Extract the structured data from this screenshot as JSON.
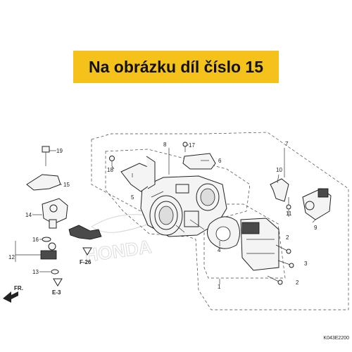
{
  "banner": {
    "text": "Na obrázku díl číslo 15",
    "color": "#f5c21b"
  },
  "callouts": {
    "c1": "1",
    "c2a": "2",
    "c2b": "2",
    "c3": "3",
    "c4": "4",
    "c5": "5",
    "c6": "6",
    "c7": "7",
    "c8": "8",
    "c9": "9",
    "c10": "10",
    "c11": "11",
    "c12": "12",
    "c13": "13",
    "c14": "14",
    "c15": "15",
    "c16": "16",
    "c17": "17",
    "c18": "18",
    "c19": "19"
  },
  "refs": {
    "f26": "F-26",
    "e3": "E-3"
  },
  "direction": "FR.",
  "watermark": "HONDA",
  "diagram_code": "K043E2200"
}
